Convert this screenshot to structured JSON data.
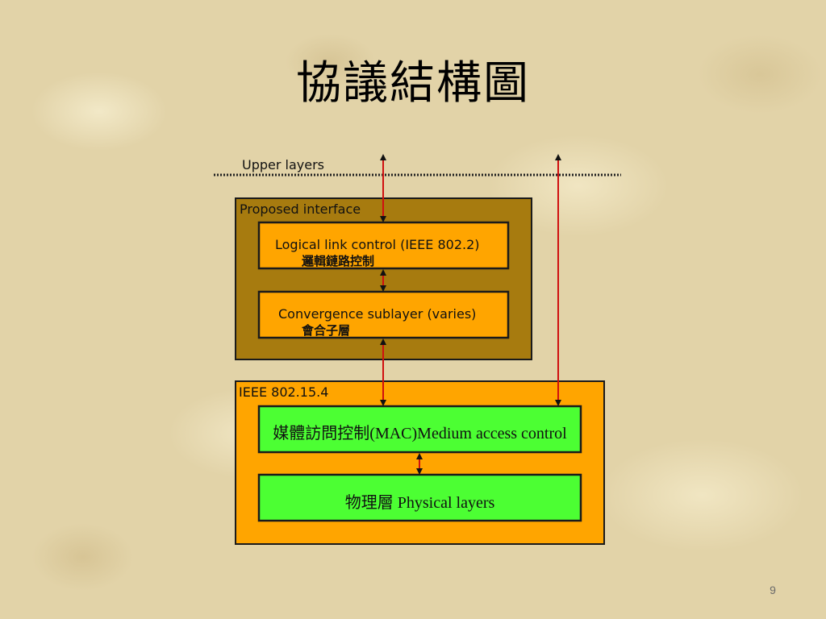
{
  "slide": {
    "title": "協議結構圖",
    "page_number": "9"
  },
  "diagram": {
    "upper_layers_label": "Upper layers",
    "proposed_interface": {
      "label": "Proposed interface",
      "llc_line1": "Logical link control (IEEE 802.2)",
      "llc_line2": "邏輯鏈路控制",
      "conv_line1": "Convergence sublayer (varies)",
      "conv_line2": "會合子層"
    },
    "ieee_block": {
      "label": "IEEE 802.15.4",
      "mac_label": "媒體訪問控制(MAC)Medium access control",
      "phy_label": "物理層 Physical layers"
    },
    "colors": {
      "proposed_box": "#a77b0f",
      "inner_orange": "#ffa500",
      "ieee_box": "#ffa500",
      "green": "#4cff33",
      "arrow": "#d01010",
      "border": "#1a1a1a"
    }
  }
}
